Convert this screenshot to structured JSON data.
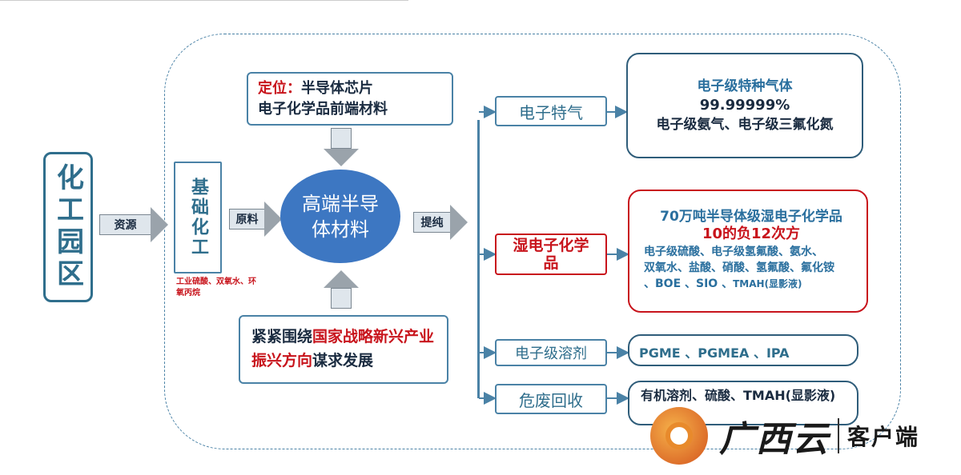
{
  "zone": {
    "label": "化工园区"
  },
  "arrows": {
    "resources": "资源",
    "raw_material": "原料",
    "purify": "提纯"
  },
  "basic_chem": {
    "label": "基础化工",
    "note": "工业硫酸、双氧水、环氧丙烷"
  },
  "center": {
    "label": "高端半导体材料"
  },
  "position": {
    "prefix": "定位",
    "colon": "：",
    "line1_rest": "半导体芯片",
    "line2": "电子化学品前端材料"
  },
  "focus": {
    "part1": "紧紧围绕",
    "part2": "国家战略新兴产业振兴方向",
    "part3": "谋求发展"
  },
  "categories": {
    "gas": "电子特气",
    "wet": "湿电子化学品",
    "solvent": "电子级溶剂",
    "hazard": "危废回收"
  },
  "details": {
    "gas": {
      "title": "电子级特种气体",
      "purity": "99.99999%",
      "items": "电子级氨气、电子级三氟化氮"
    },
    "wet": {
      "title": "70万吨半导体级湿电子化学品",
      "spec_a": "10",
      "spec_b": "的负",
      "spec_c": "12",
      "spec_d": "次方",
      "line1": "电子级硫酸、电子级氢氟酸、氨水、",
      "line2": "双氧水、盐酸、硝酸、氢氟酸、氟化铵",
      "line3a": "、BOE 、SIO 、",
      "line3b": "TMAH(显影液)"
    },
    "solvent": {
      "items": "PGME 、PGMEA 、IPA"
    },
    "hazard": {
      "items": "有机溶剂、硫酸、TMAH(显影液)"
    }
  },
  "watermark": {
    "brand": "广西云",
    "client": "客户端"
  },
  "colors": {
    "accent_blue": "#2f6e8c",
    "ellipse": "#3d77c2",
    "highlight_red": "#c8141c"
  }
}
